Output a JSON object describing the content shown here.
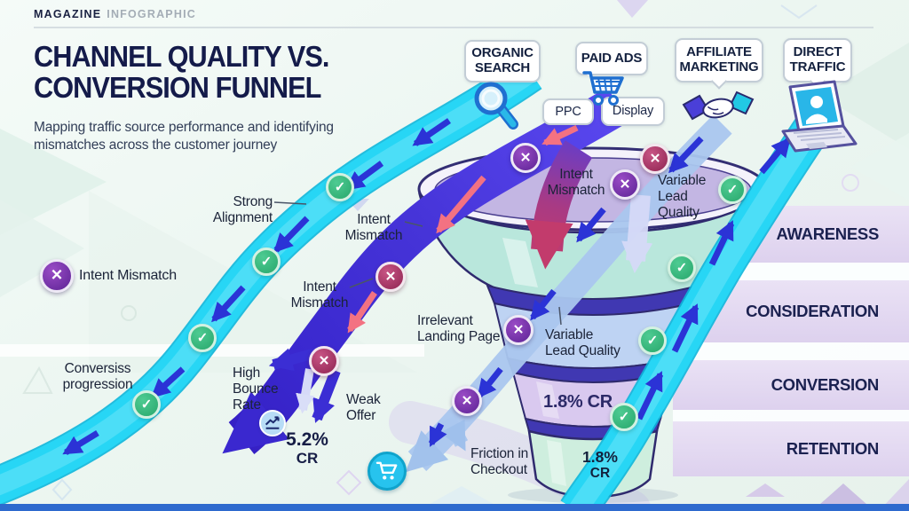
{
  "header": {
    "magazine": "MAGAZINE",
    "infographic": "INFOGRAPHIC"
  },
  "title": "CHANNEL QUALITY VS. CONVERSION FUNNEL",
  "subtitle": "Mapping traffic source performance and identifying mismatches across the customer journey",
  "channels": [
    {
      "label": "ORGANIC SEARCH",
      "icon": "magnifier-icon"
    },
    {
      "label": "PAID ADS",
      "icon": "cart-icon",
      "tags": [
        "PPC",
        "Display"
      ]
    },
    {
      "label": "AFFILIATE MARKETING",
      "icon": "handshake-icon"
    },
    {
      "label": "DIRECT TRAFFIC",
      "icon": "laptop-icon"
    }
  ],
  "stages": [
    {
      "label": "AWARENESS"
    },
    {
      "label": "CONSIDERATION"
    },
    {
      "label": "CONVERSION"
    },
    {
      "label": "RETENTION"
    }
  ],
  "legend": {
    "label": "Intent Mismatch"
  },
  "icons": {
    "cross": "✕",
    "check": "✓"
  },
  "annotations": {
    "strong_alignment": "Strong Alignment",
    "intent_mismatch_a": "Intent Mismatch",
    "intent_mismatch_b": "Intent Mismatch",
    "intent_mismatch_funnel": "Intent Mismatch",
    "variable_lead_quality_top": "Variable Lead Quality",
    "variable_lead_quality_mid": "Variable Lead Quality",
    "irrelevant_landing_page": "Irrelevant Landing Page",
    "high_bounce_rate": "High Bounce Rate",
    "weak_offer": "Weak Offer",
    "friction_in_checkout": "Friction in Checkout",
    "conversion_progression": "Conversiss progression"
  },
  "metrics": {
    "paid_cr_value": "5.2%",
    "paid_cr_label": "CR",
    "mid_cr": "1.8% CR",
    "bottom_cr_value": "1.8%",
    "bottom_cr_label": "CR"
  },
  "colors": {
    "cyan_stream": "#24d4f4",
    "indigo_stream": "#3a28cf",
    "crimson": "#c03a6a",
    "periwinkle_stream": "#a9c6ef",
    "navy_text": "#1b2150",
    "green_check": "#35b87e",
    "purple_mismatch": "#6d2d9c",
    "stage_band": "#e3d9f0"
  }
}
